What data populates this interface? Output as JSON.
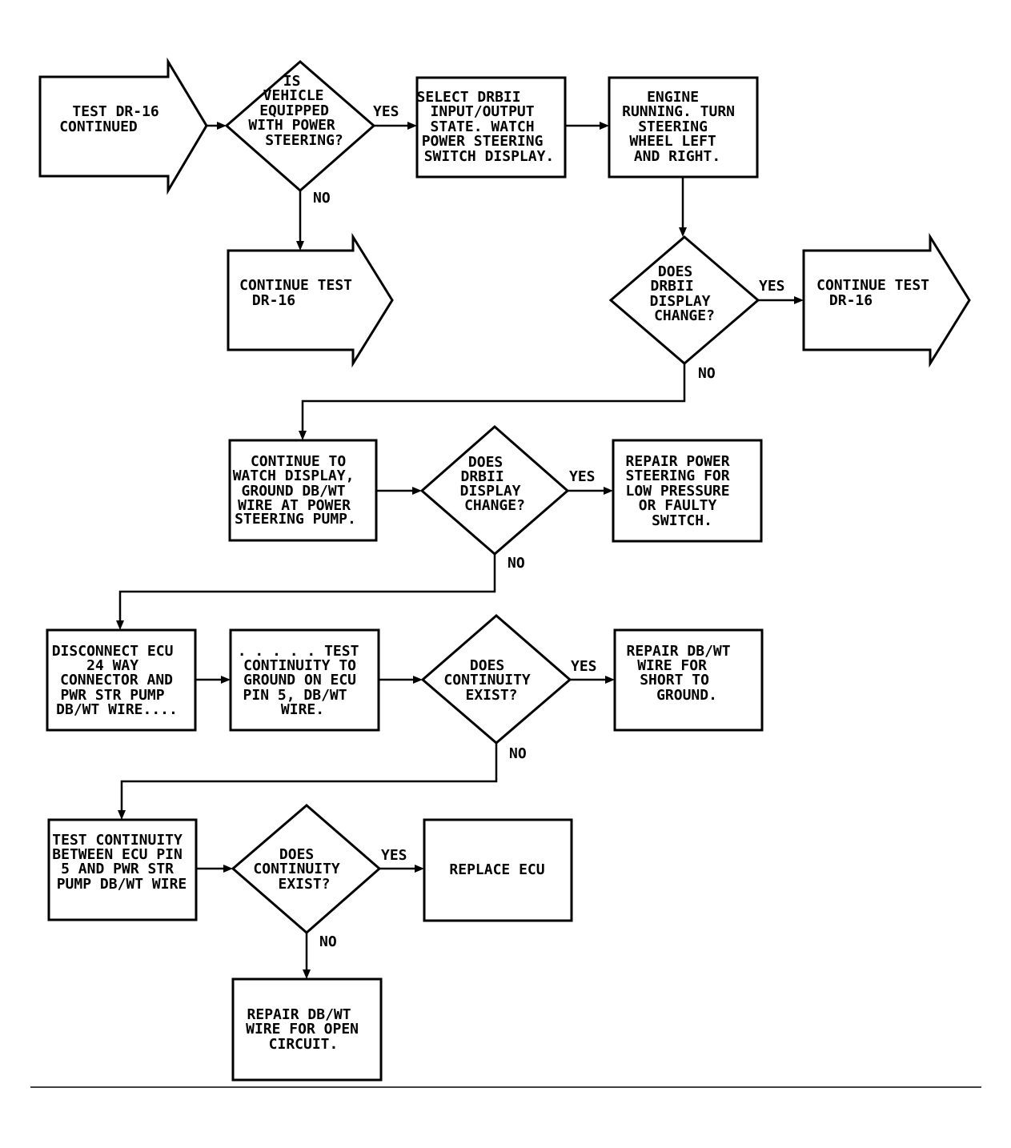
{
  "nodes": {
    "start": [
      "TEST DR-16",
      "CONTINUED"
    ],
    "q_power_steering": [
      "IS",
      "VEHICLE",
      "EQUIPPED",
      "WITH POWER",
      "STEERING?"
    ],
    "select_drbii": [
      "SELECT DRBII",
      "INPUT/OUTPUT",
      "STATE. WATCH",
      "POWER STEERING",
      "SWITCH DISPLAY."
    ],
    "engine_running": [
      "ENGINE",
      "RUNNING. TURN",
      "STEERING",
      "WHEEL LEFT",
      "AND RIGHT."
    ],
    "continue_a": [
      "CONTINUE TEST",
      "DR-16"
    ],
    "q_display_change_1": [
      "DOES",
      "DRBII",
      "DISPLAY",
      "CHANGE?"
    ],
    "continue_b": [
      "CONTINUE TEST",
      "DR-16"
    ],
    "watch_display": [
      "CONTINUE TO",
      "WATCH DISPLAY,",
      "GROUND DB/WT",
      "WIRE AT POWER",
      "STEERING PUMP."
    ],
    "q_display_change_2": [
      "DOES",
      "DRBII",
      "DISPLAY",
      "CHANGE?"
    ],
    "repair_power_steering": [
      "REPAIR POWER",
      "STEERING FOR",
      "LOW PRESSURE",
      "OR FAULTY",
      "SWITCH."
    ],
    "disconnect_ecu": [
      "DISCONNECT ECU",
      "24 WAY",
      "CONNECTOR AND",
      "PWR STR PUMP",
      "DB/WT WIRE...."
    ],
    "test_ground": [
      ". . . . . TEST",
      "CONTINUITY TO",
      "GROUND ON ECU",
      "PIN 5, DB/WT",
      "WIRE."
    ],
    "q_continuity_1": [
      "DOES",
      "CONTINUITY",
      "EXIST?"
    ],
    "repair_short": [
      "REPAIR DB/WT",
      "WIRE FOR",
      "SHORT TO",
      "GROUND."
    ],
    "test_between": [
      "TEST CONTINUITY",
      "BETWEEN ECU PIN",
      "5 AND PWR STR",
      "PUMP DB/WT WIRE"
    ],
    "q_continuity_2": [
      "DOES",
      "CONTINUITY",
      "EXIST?"
    ],
    "replace_ecu": [
      "REPLACE ECU"
    ],
    "repair_open": [
      "REPAIR DB/WT",
      "WIRE FOR OPEN",
      "CIRCUIT."
    ]
  },
  "edge_labels": {
    "yes": "YES",
    "no": "NO"
  },
  "colors": {
    "ink": "#000000",
    "paper": "#ffffff"
  }
}
